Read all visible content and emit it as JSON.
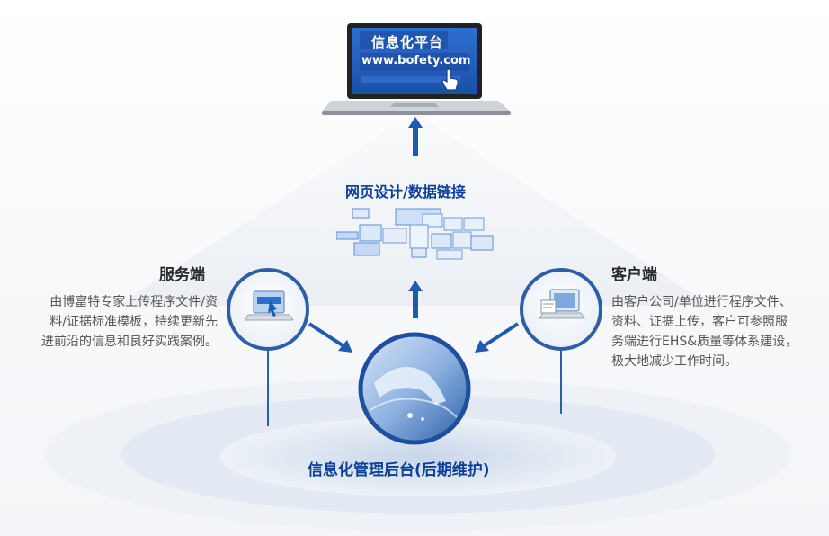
{
  "laptop": {
    "title": "信息化平台",
    "url": "www.bofety.com"
  },
  "center": {
    "label": "网页设计/数据链接"
  },
  "left": {
    "title": "服务端",
    "desc_lines": [
      "由博富特专家上传程序文件/资",
      "料/证据标准模板，持续更新先",
      "进前沿的信息和良好实践案例。"
    ]
  },
  "right": {
    "title": "客户端",
    "desc_lines": [
      "由客户公司/单位进行程序文件、",
      "资料、证据上传，客户可参照服",
      "务端进行EHS&质量等体系建设，",
      "极大地减少工作时间。"
    ]
  },
  "bottom": {
    "label": "信息化管理后台(后期维护)"
  },
  "colors": {
    "accent": "#0a3f9a",
    "blue": "#2d6fc9",
    "arrow": "#1e5bb0"
  }
}
